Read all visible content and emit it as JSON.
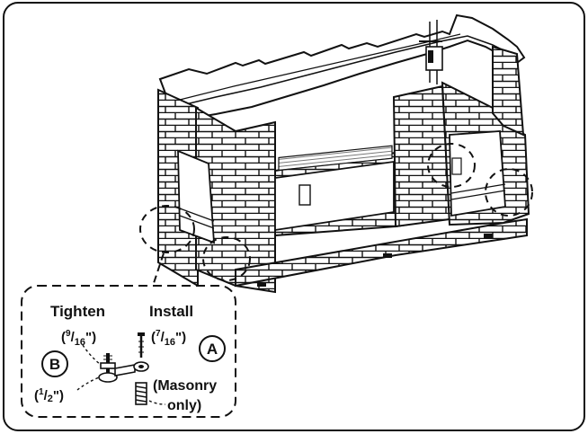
{
  "callout": {
    "tighten_label": "Tighten",
    "tighten_size": {
      "open": "(",
      "num": "9",
      "den": "16",
      "close": "\")"
    },
    "install_label": "Install",
    "install_size": {
      "open": "(",
      "num": "7",
      "den": "16",
      "close": "\")"
    },
    "nut_size": {
      "open": "(",
      "num": "1",
      "den": "2",
      "close": "\")"
    },
    "marker_b": "B",
    "marker_a": "A",
    "masonry_line1": "(Masonry",
    "masonry_line2": "only)"
  },
  "colors": {
    "line": "#111111",
    "panel_fill": "#ffffff",
    "background": "#ffffff"
  }
}
